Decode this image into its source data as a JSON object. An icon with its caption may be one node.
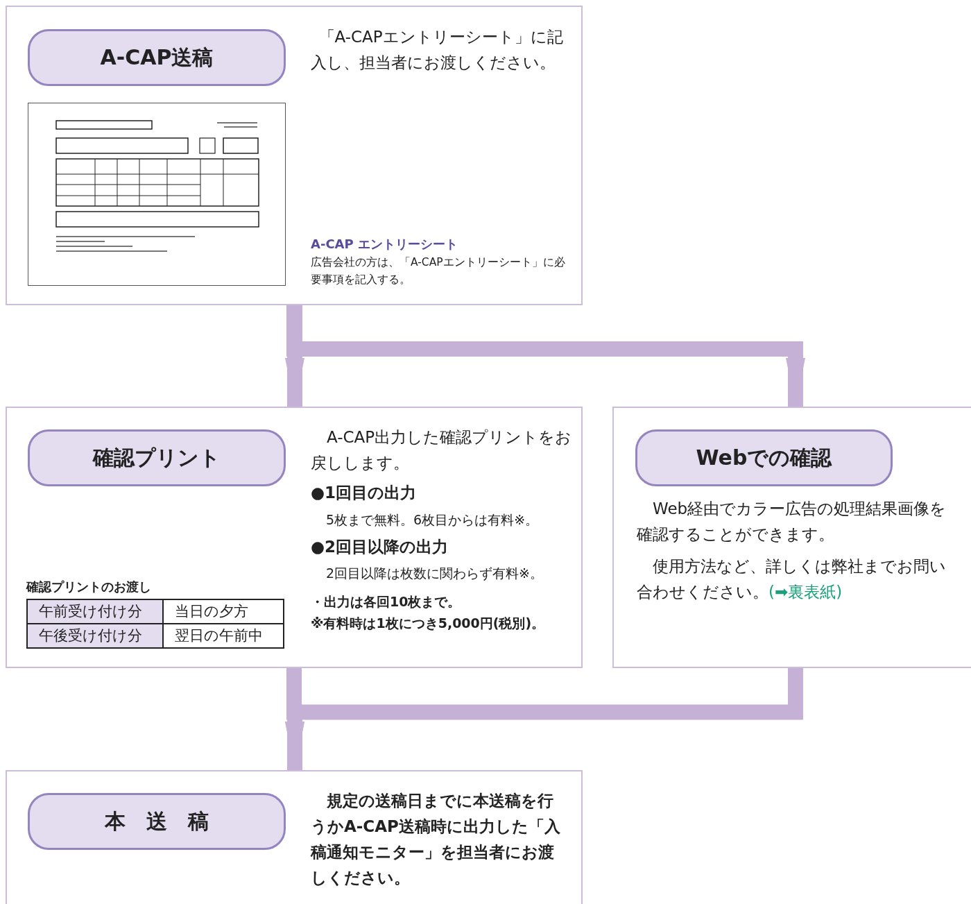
{
  "diagram": {
    "nodes": [
      {
        "text": [
          "「A-CAPエントリーシート」に記入し、担当者にお渡しください。",
          "A-CAP エントリーシート",
          "広告会社の方は、「A-CAPエントリーシート」に必要事項を記入する。"
        ]
      },
      {
        "text": [
          "A-CAP送稿"
        ],
        "in": 0
      },
      {
        "text": [],
        "shape": "picture",
        "in": 0
      },
      {
        "text": [
          "A-CAP出力した確認プリントをお戻しします。",
          "●1回目の出力",
          "5枚まで無料。6枚目からは有料※。",
          "●2回目以降の出力",
          "2回目以降は枚数に関わらず有料※。",
          "・出力は各回10枚まで。",
          "※有料時は1枚につき5,000円(税別)。",
          "確認プリントのお渡し"
        ]
      },
      {
        "text": [
          "確認プリント"
        ],
        "in": 3
      },
      {
        "text": [
          "Web経由でカラー広告の処理結果画像を確認することができます。",
          "使用方法など、詳しくは弊社までお問い合わせください。",
          "(➡裏表紙)"
        ]
      },
      {
        "text": [
          "Webでの確認"
        ],
        "in": 5
      },
      {
        "text": [
          "規定の送稿日までに本送稿を行うかA-CAP送稿時に出力した「入稿通知モニター」を担当者にお渡しください。"
        ]
      },
      {
        "text": [
          "本　送　稿"
        ],
        "in": 7
      }
    ],
    "edges": [
      {
        "from": 0,
        "to": 3,
        "arrow": "to"
      },
      {
        "from": 0,
        "to": 5,
        "arrow": "to"
      },
      {
        "from": 3,
        "to": 7,
        "arrow": "to"
      },
      {
        "from": 5,
        "to": 7,
        "arrow": "to"
      }
    ],
    "labels": [
      "午前受け付け分",
      "当日の夕方",
      "午後受け付け分",
      "翌日の午前中"
    ]
  }
}
